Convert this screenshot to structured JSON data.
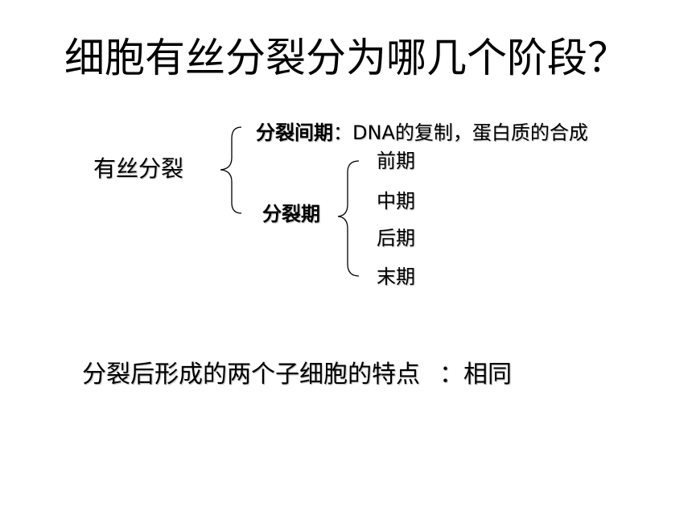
{
  "title": "细胞有丝分裂分为哪几个阶段？",
  "root": {
    "label": "有丝分裂"
  },
  "interphase": {
    "term": "分裂间期",
    "colon": "：",
    "detail": "DNA的复制，蛋白质的合成"
  },
  "mitotic_phase": {
    "label": "分裂期",
    "stages": [
      "前期",
      "中期",
      "后期",
      "末期"
    ]
  },
  "conclusion": {
    "question": "分裂后形成的两个子细胞的特点",
    "colon": "：",
    "answer": "相同"
  }
}
